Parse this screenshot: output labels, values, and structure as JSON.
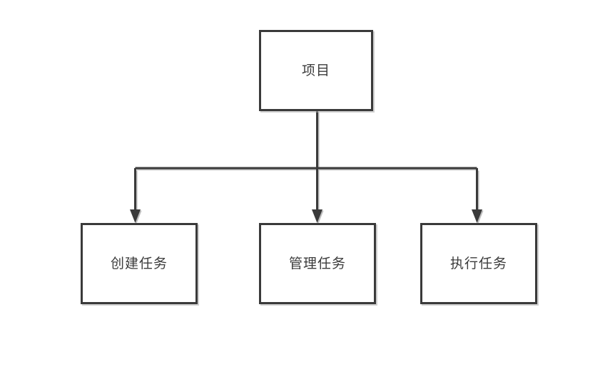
{
  "diagram": {
    "type": "flowchart",
    "orientation": "top-down",
    "background_color": "#ffffff",
    "stroke_color": "#3a3a3a",
    "text_color": "#3b3b3b",
    "root": {
      "label": "项目"
    },
    "children": [
      {
        "label": "创建任务"
      },
      {
        "label": "管理任务"
      },
      {
        "label": "执行任务"
      }
    ],
    "connectors": [
      {
        "from": "项目",
        "to": "创建任务",
        "style": "elbow",
        "arrow": "down"
      },
      {
        "from": "项目",
        "to": "管理任务",
        "style": "straight",
        "arrow": "down"
      },
      {
        "from": "项目",
        "to": "执行任务",
        "style": "elbow",
        "arrow": "down"
      }
    ]
  }
}
